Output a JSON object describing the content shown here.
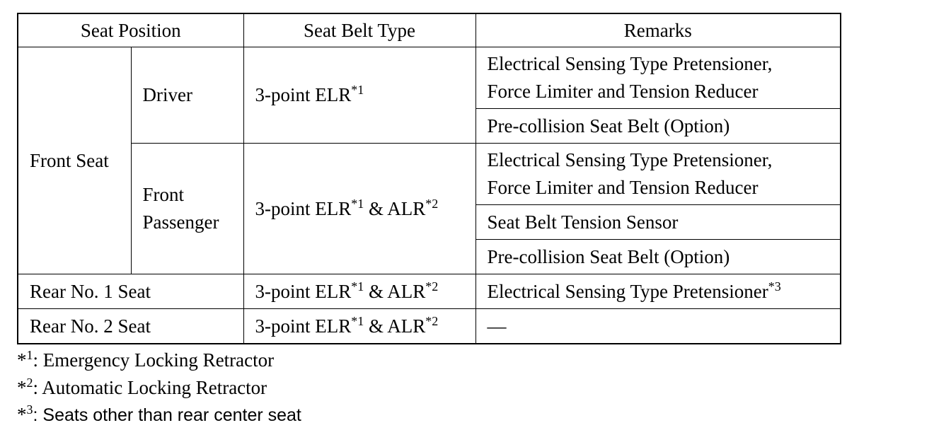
{
  "headers": {
    "seat_position": "Seat Position",
    "seat_belt_type": "Seat Belt Type",
    "remarks": "Remarks"
  },
  "rows": {
    "front_seat": "Front Seat",
    "driver": {
      "label": "Driver",
      "type": "3-point ELR",
      "type_sup": "*1",
      "remarks": [
        {
          "line1": "Electrical Sensing Type Pretensioner,",
          "line2": "Force Limiter and Tension Reducer"
        },
        {
          "line1": "Pre-collision Seat Belt (Option)"
        }
      ]
    },
    "front_passenger": {
      "label_line1": "Front",
      "label_line2": "Passenger",
      "type_a": "3-point ELR",
      "type_a_sup": "*1",
      "type_b": " & ALR",
      "type_b_sup": "*2",
      "remarks": [
        {
          "line1": "Electrical Sensing Type Pretensioner,",
          "line2": "Force Limiter and Tension Reducer"
        },
        {
          "line1": "Seat Belt Tension Sensor"
        },
        {
          "line1": "Pre-collision Seat Belt (Option)"
        }
      ]
    },
    "rear1": {
      "label": "Rear No. 1 Seat",
      "type_a": "3-point ELR",
      "type_a_sup": "*1",
      "type_b": " & ALR",
      "type_b_sup": "*2",
      "remarks": "Electrical Sensing Type Pretensioner",
      "remarks_sup": "*3"
    },
    "rear2": {
      "label": "Rear No. 2 Seat",
      "type_a": "3-point ELR",
      "type_a_sup": "*1",
      "type_b": " & ALR",
      "type_b_sup": "*2",
      "remarks": "—"
    }
  },
  "footnotes": [
    {
      "mark": "*",
      "num": "1",
      "text": ": Emergency Locking Retractor"
    },
    {
      "mark": "*",
      "num": "2",
      "text": ": Automatic Locking Retractor"
    },
    {
      "mark": "*",
      "num": "3",
      "text": ": Seats other than rear center seat"
    }
  ]
}
